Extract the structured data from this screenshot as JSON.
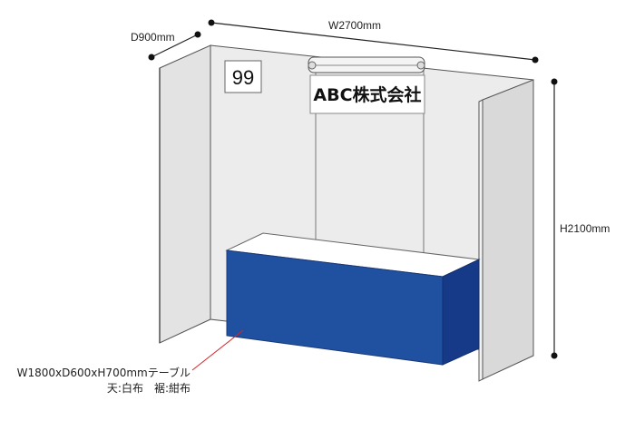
{
  "dimensions": {
    "width": "W2700mm",
    "depth": "D900mm",
    "height": "H2100mm"
  },
  "booth": {
    "number": "99",
    "company_sign": "ABC株式会社"
  },
  "table_note": {
    "line1": "W1800xD600xH700mmテーブル",
    "line2": "天:白布　裾:紺布"
  },
  "colors": {
    "wall": "#e9e9e9",
    "wall_stroke": "#555555",
    "table_top": "#ffffff",
    "table_front": "#1f4f9e",
    "table_side": "#163780",
    "leader_line": "#d8232a",
    "dimension_line": "#222222"
  }
}
